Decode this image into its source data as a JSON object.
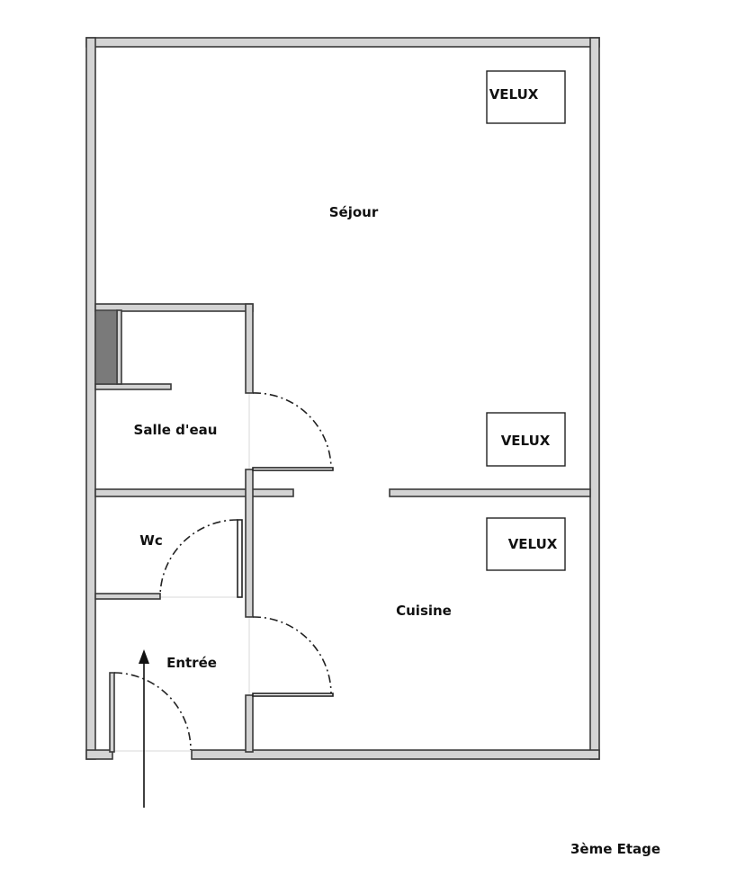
{
  "rooms": {
    "sejour": "Séjour",
    "salle_deau": "Salle d'eau",
    "wc": "Wc",
    "cuisine": "Cuisine",
    "entree": "Entrée"
  },
  "skylights": [
    "VELUX",
    "VELUX",
    "VELUX"
  ],
  "floor_label": "3ème Etage",
  "colors": {
    "wall": "#d4d4d4",
    "outline": "#3a3a3a",
    "shower": "#7a7a7a"
  }
}
